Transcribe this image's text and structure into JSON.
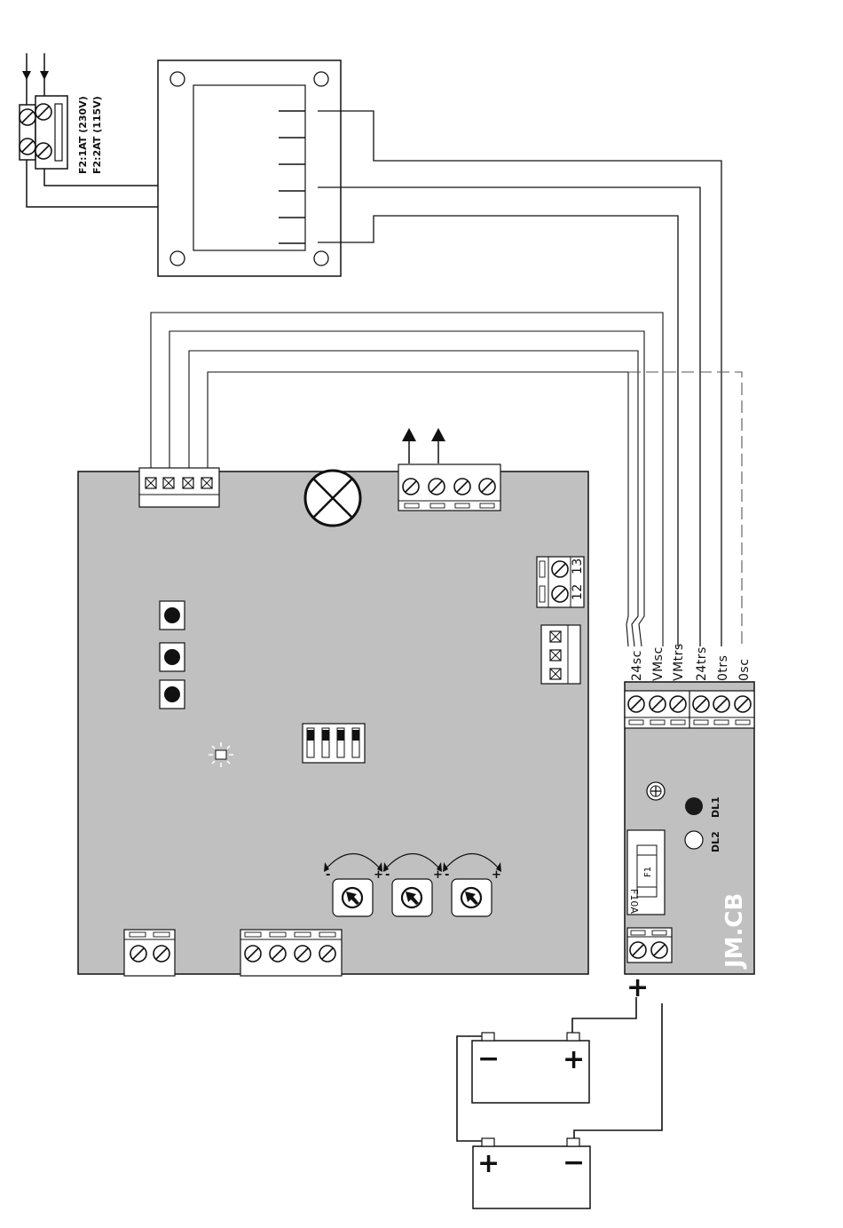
{
  "fuse_labels": {
    "line1": "F2:1AT (230V)",
    "line2": "F2:2AT (115V)"
  },
  "terminal_labels": [
    "24sc",
    "VMsc",
    "VMtrs",
    "24trs",
    "0trs",
    "0sc"
  ],
  "terminals_small": {
    "a": "13",
    "b": "12"
  },
  "module": {
    "brand": "JM.CB",
    "led1": "DL1",
    "led2": "DL2",
    "fuse_inner": "F1",
    "fuse_rating": "F10A"
  },
  "battery_terminal": {
    "plus": "+"
  },
  "batteries": {
    "top_left": "−",
    "top_right": "+",
    "bottom_left": "+",
    "bottom_right": "−"
  },
  "pot_signs": {
    "minus": "-",
    "plus": "+"
  },
  "colors": {
    "board": "#c0c0c0",
    "line": "#1a1a1a",
    "led_dark": "#1a1a1a"
  }
}
